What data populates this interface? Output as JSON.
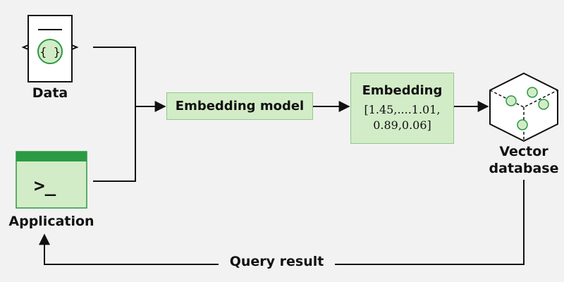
{
  "nodes": {
    "data": {
      "label": "Data",
      "icon_glyph": "{ }"
    },
    "application": {
      "label": "Application",
      "prompt_glyph": ">_"
    },
    "embedding_model": {
      "label": "Embedding model"
    },
    "embedding": {
      "title": "Embedding",
      "vector_line1": "[1.45,....1.01,",
      "vector_line2": "0.89,0.06]"
    },
    "vector_db": {
      "label_line1": "Vector",
      "label_line2": "database"
    }
  },
  "edges": {
    "query_result": "Query result"
  },
  "colors": {
    "accent_green": "#2a9a43",
    "box_fill": "#d3ecc8",
    "box_border": "#8fc98a",
    "background": "#f2f2f2",
    "stroke": "#111111"
  }
}
